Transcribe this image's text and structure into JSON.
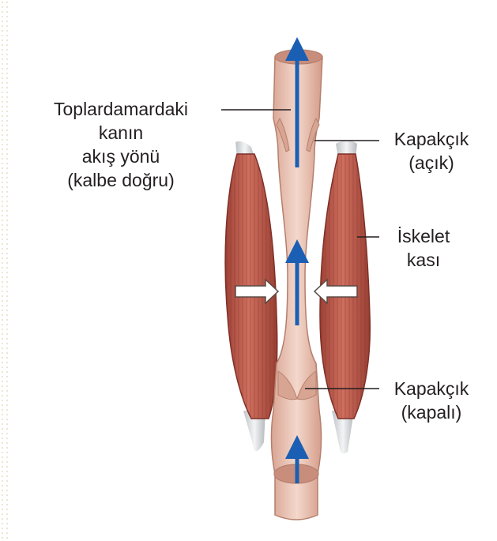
{
  "labels": {
    "flow_direction": {
      "line1": "Toplardamardaki",
      "line2": "kanın",
      "line3": "akış yönü",
      "line4": "(kalbe doğru)"
    },
    "valve_open": {
      "line1": "Kapakçık",
      "line2": "(açık)"
    },
    "skeletal_muscle": {
      "line1": "İskelet",
      "line2": "kası"
    },
    "valve_closed": {
      "line1": "Kapakçık",
      "line2": "(kapalı)"
    }
  },
  "colors": {
    "muscle": "#b8574a",
    "muscle_dark": "#8e3a30",
    "vein_wall": "#e9c2b4",
    "vein_inner": "#f1d3c6",
    "flow_arrow": "#1a5fb4",
    "leader_line": "#231f20"
  }
}
